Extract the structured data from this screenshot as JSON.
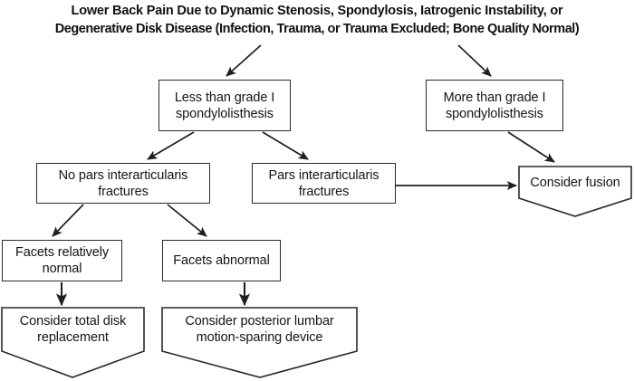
{
  "diagram": {
    "title_line1": "Lower Back Pain Due to Dynamic Stenosis, Spondylosis, Iatrogenic Instability, or",
    "title_line2": "Degenerative Disk Disease (Infection, Trauma, or Trauma Excluded; Bone Quality Normal)",
    "line_color": "#2a2a2a",
    "text_color": "#141414",
    "background": "#ffffff",
    "nodes": [
      {
        "id": "less-than-grade-1",
        "label": "Less than grade I spondylolisthesis",
        "shape": "rectangle"
      },
      {
        "id": "more-than-grade-1",
        "label": "More than grade I spondylolisthesis",
        "shape": "rectangle"
      },
      {
        "id": "no-pars-fractures",
        "label": "No pars interarticularis fractures",
        "shape": "rectangle"
      },
      {
        "id": "pars-fractures",
        "label": "Pars interarticularis fractures",
        "shape": "rectangle"
      },
      {
        "id": "consider-fusion",
        "label": "Consider fusion",
        "shape": "pentagon"
      },
      {
        "id": "facets-relatively-normal",
        "label": "Facets relatively normal",
        "shape": "rectangle"
      },
      {
        "id": "facets-abnormal",
        "label": "Facets abnormal",
        "shape": "rectangle"
      },
      {
        "id": "consider-total-disk-replacement",
        "label": "Consider total disk replacement",
        "shape": "pentagon"
      },
      {
        "id": "consider-posterior-lumbar-device",
        "label": "Consider posterior lumbar motion-sparing device",
        "shape": "pentagon"
      }
    ],
    "edges": [
      {
        "from": "title",
        "to": "less-than-grade-1",
        "style": "diagonal-arrow"
      },
      {
        "from": "title",
        "to": "more-than-grade-1",
        "style": "diagonal-arrow"
      },
      {
        "from": "less-than-grade-1",
        "to": "no-pars-fractures",
        "style": "diagonal-arrow"
      },
      {
        "from": "less-than-grade-1",
        "to": "pars-fractures",
        "style": "diagonal-arrow"
      },
      {
        "from": "more-than-grade-1",
        "to": "consider-fusion",
        "style": "diagonal-arrow"
      },
      {
        "from": "pars-fractures",
        "to": "consider-fusion",
        "style": "horizontal-arrow"
      },
      {
        "from": "no-pars-fractures",
        "to": "facets-relatively-normal",
        "style": "diagonal-arrow"
      },
      {
        "from": "no-pars-fractures",
        "to": "facets-abnormal",
        "style": "diagonal-arrow"
      },
      {
        "from": "facets-relatively-normal",
        "to": "consider-total-disk-replacement",
        "style": "vertical-arrow"
      },
      {
        "from": "facets-abnormal",
        "to": "consider-posterior-lumbar-device",
        "style": "vertical-arrow"
      }
    ]
  }
}
